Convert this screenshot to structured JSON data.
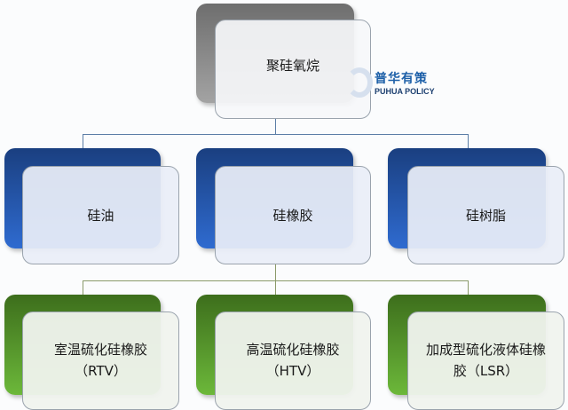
{
  "diagram": {
    "type": "hierarchy",
    "root": {
      "label": "聚硅氧烷",
      "color": "#8a8a8a"
    },
    "level1": [
      {
        "label": "硅油",
        "color": "#2a5cb0"
      },
      {
        "label": "硅橡胶",
        "color": "#2a5cb0"
      },
      {
        "label": "硅树脂",
        "color": "#2a5cb0"
      }
    ],
    "level2": [
      {
        "label": "室温硫化硅橡胶（RTV）",
        "color": "#4f8f28"
      },
      {
        "label": "高温硫化硅橡胶（HTV）",
        "color": "#4f8f28"
      },
      {
        "label": "加成型硫化液体硅橡胶（LSR）",
        "color": "#4f8f28"
      }
    ],
    "level2_parent": "硅橡胶"
  },
  "watermark": {
    "cn": "普华有策",
    "en": "PUHUA POLICY"
  }
}
